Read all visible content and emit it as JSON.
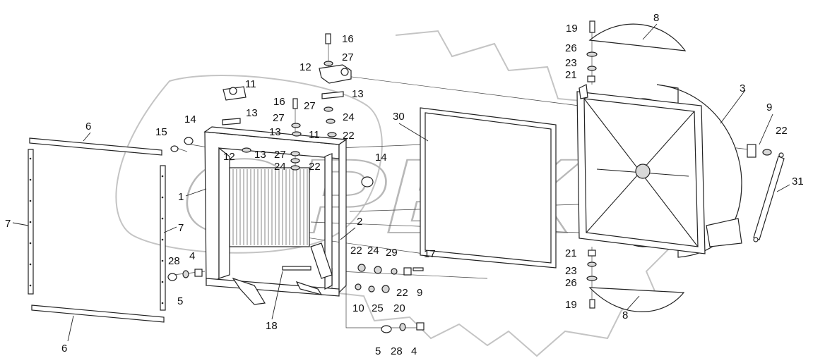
{
  "watermark": {
    "text": "OPEX"
  },
  "callouts": [
    {
      "id": "c1",
      "text": "16"
    },
    {
      "id": "c2",
      "text": "27"
    },
    {
      "id": "c3",
      "text": "12"
    },
    {
      "id": "c4",
      "text": "11"
    },
    {
      "id": "c5",
      "text": "13"
    },
    {
      "id": "c6",
      "text": "16"
    },
    {
      "id": "c7",
      "text": "27"
    },
    {
      "id": "c8",
      "text": "24"
    },
    {
      "id": "c9",
      "text": "13"
    },
    {
      "id": "c10",
      "text": "27"
    },
    {
      "id": "c11",
      "text": "13"
    },
    {
      "id": "c12",
      "text": "11"
    },
    {
      "id": "c13",
      "text": "22"
    },
    {
      "id": "c14",
      "text": "14"
    },
    {
      "id": "c15",
      "text": "15"
    },
    {
      "id": "c16",
      "text": "6"
    },
    {
      "id": "c17",
      "text": "12"
    },
    {
      "id": "c18",
      "text": "13"
    },
    {
      "id": "c19",
      "text": "27"
    },
    {
      "id": "c20",
      "text": "24"
    },
    {
      "id": "c21",
      "text": "22"
    },
    {
      "id": "c22",
      "text": "14"
    },
    {
      "id": "c23",
      "text": "1"
    },
    {
      "id": "c24",
      "text": "7"
    },
    {
      "id": "c25",
      "text": "7"
    },
    {
      "id": "c26",
      "text": "4"
    },
    {
      "id": "c27",
      "text": "28"
    },
    {
      "id": "c28",
      "text": "5"
    },
    {
      "id": "c29",
      "text": "6"
    },
    {
      "id": "c30",
      "text": "18"
    },
    {
      "id": "c31",
      "text": "2"
    },
    {
      "id": "c32",
      "text": "30"
    },
    {
      "id": "c33",
      "text": "22"
    },
    {
      "id": "c34",
      "text": "24"
    },
    {
      "id": "c35",
      "text": "29"
    },
    {
      "id": "c36",
      "text": "17"
    },
    {
      "id": "c37",
      "text": "22"
    },
    {
      "id": "c38",
      "text": "9"
    },
    {
      "id": "c39",
      "text": "10"
    },
    {
      "id": "c40",
      "text": "25"
    },
    {
      "id": "c41",
      "text": "20"
    },
    {
      "id": "c42",
      "text": "5"
    },
    {
      "id": "c43",
      "text": "28"
    },
    {
      "id": "c44",
      "text": "4"
    },
    {
      "id": "c45",
      "text": "19"
    },
    {
      "id": "c46",
      "text": "8"
    },
    {
      "id": "c47",
      "text": "26"
    },
    {
      "id": "c48",
      "text": "23"
    },
    {
      "id": "c49",
      "text": "21"
    },
    {
      "id": "c50",
      "text": "3"
    },
    {
      "id": "c51",
      "text": "9"
    },
    {
      "id": "c52",
      "text": "22"
    },
    {
      "id": "c53",
      "text": "31"
    },
    {
      "id": "c54",
      "text": "21"
    },
    {
      "id": "c55",
      "text": "23"
    },
    {
      "id": "c56",
      "text": "26"
    },
    {
      "id": "c57",
      "text": "19"
    },
    {
      "id": "c58",
      "text": "8"
    }
  ]
}
